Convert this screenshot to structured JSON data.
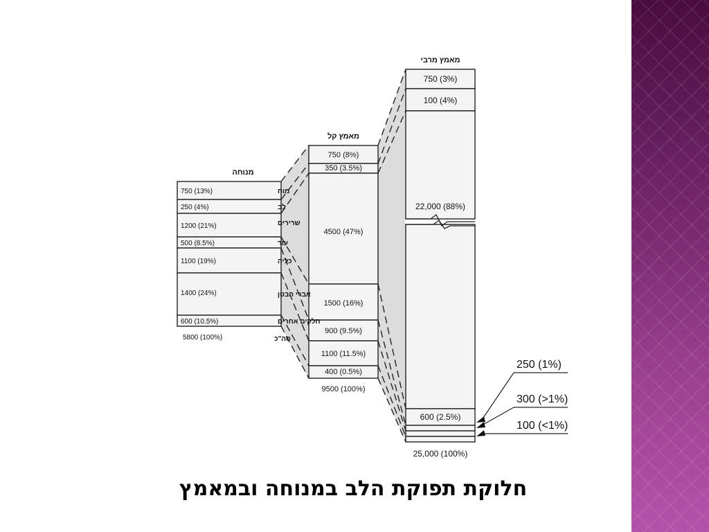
{
  "slide": {
    "title": "חלוקת תפוקת הלב במנוחה ובמאמץ",
    "deco_color_top": "#4a0c3e",
    "deco_color_bottom": "#b651aa"
  },
  "chart_data": {
    "type": "stacked-bar",
    "columns": [
      {
        "header": "מנוחה",
        "total": "5800 (100%)",
        "total_label": "סה\"כ",
        "segments": [
          {
            "name": "מוח",
            "value": "750 (13%)"
          },
          {
            "name": "לב",
            "value": "250 (4%)"
          },
          {
            "name": "שרירים",
            "value": "1200 (21%)"
          },
          {
            "name": "עור",
            "value": "500 (8.5%)"
          },
          {
            "name": "כליה",
            "value": "1100 (19%)"
          },
          {
            "name": "אברי הבטן",
            "value": "1400 (24%)"
          },
          {
            "name": "חלקים אחרים",
            "value": "600 (10.5%)"
          }
        ]
      },
      {
        "header": "מאמץ קל",
        "total": "9500 (100%)",
        "segments": [
          {
            "value": "750 (8%)"
          },
          {
            "value": "350 (3.5%)"
          },
          {
            "value": "4500 (47%)"
          },
          {
            "value": "1500 (16%)"
          },
          {
            "value": "900 (9.5%)"
          },
          {
            "value": "1100 (11.5%)"
          },
          {
            "value": "400 (0.5%)"
          }
        ]
      },
      {
        "header": "מאמץ מרבי",
        "total": "25,000 (100%)",
        "segments": [
          {
            "value": "750 (3%)"
          },
          {
            "value": "100 (4%)"
          },
          {
            "value": "22,000 (88%)"
          },
          {
            "value": "600 (2.5%)"
          }
        ],
        "callouts": [
          "250 (1%)",
          "300 (>1%)",
          "100 (<1%)"
        ]
      }
    ]
  }
}
